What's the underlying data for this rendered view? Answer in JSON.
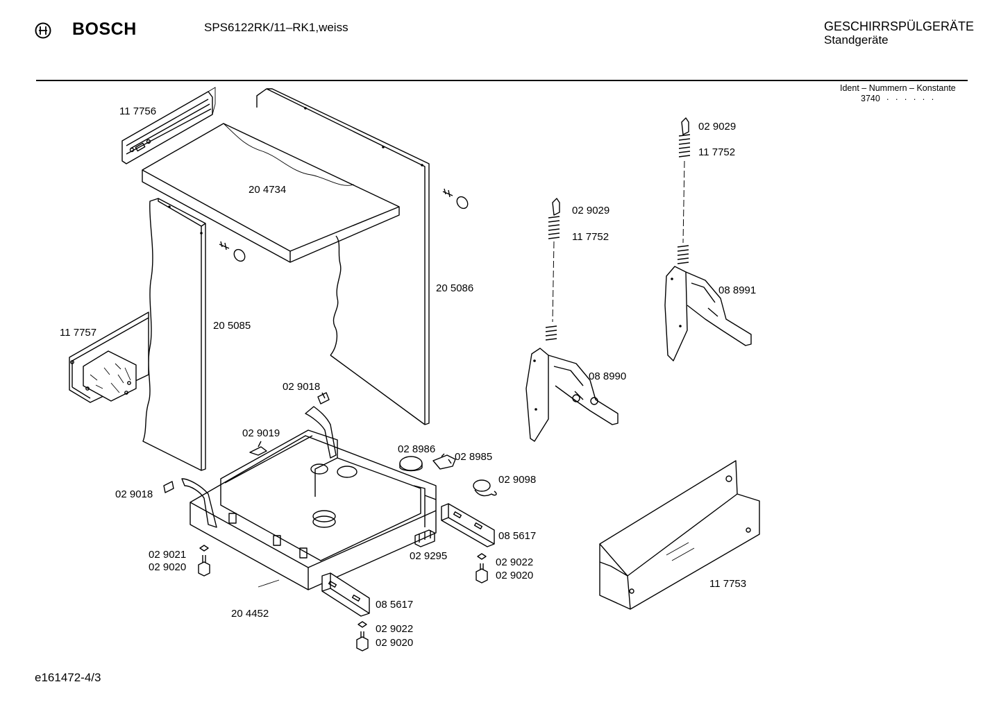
{
  "header": {
    "brand": "BOSCH",
    "model": "SPS6122RK/11–RK1,weiss",
    "category": "GESCHIRRSPÜLGERÄTE",
    "subcategory": "Standgeräte"
  },
  "ident": {
    "label": "Ident – Nummern – Konstante",
    "number": "3740",
    "dots": ". . . . . ."
  },
  "footer": {
    "code": "e161472-4/3"
  },
  "parts": [
    {
      "number": "11 7756",
      "name": "top-rail"
    },
    {
      "number": "20 4734",
      "name": "worktop"
    },
    {
      "number": "20 5086",
      "name": "right-side-panel"
    },
    {
      "number": "20 5085",
      "name": "left-side-panel"
    },
    {
      "number": "11 7757",
      "name": "insulation-bracket"
    },
    {
      "number": "02 9018",
      "name": "clip-upper"
    },
    {
      "number": "02 9019",
      "name": "holder"
    },
    {
      "number": "02 8986",
      "name": "cap"
    },
    {
      "number": "02 8985",
      "name": "connector"
    },
    {
      "number": "02 9098",
      "name": "cable-grommet"
    },
    {
      "number": "02 9018",
      "name": "clip-lower"
    },
    {
      "number": "08 5617",
      "name": "foot-rail-right"
    },
    {
      "number": "02 9295",
      "name": "terminal"
    },
    {
      "number": "02 9021",
      "name": "nut-left"
    },
    {
      "number": "02 9020",
      "name": "screw-left"
    },
    {
      "number": "02 9022",
      "name": "nut-right"
    },
    {
      "number": "02 9020",
      "name": "screw-right"
    },
    {
      "number": "20 4452",
      "name": "base-frame"
    },
    {
      "number": "08 5617",
      "name": "foot-rail-front"
    },
    {
      "number": "02 9022",
      "name": "nut-front"
    },
    {
      "number": "02 9020",
      "name": "screw-front"
    },
    {
      "number": "02 9029",
      "name": "spring-hook-left"
    },
    {
      "number": "11 7752",
      "name": "spring-left"
    },
    {
      "number": "08 8990",
      "name": "hinge-left"
    },
    {
      "number": "02 9029",
      "name": "spring-hook-right"
    },
    {
      "number": "11 7752",
      "name": "spring-right"
    },
    {
      "number": "08 8991",
      "name": "hinge-right"
    },
    {
      "number": "11 7753",
      "name": "kick-plate"
    }
  ]
}
